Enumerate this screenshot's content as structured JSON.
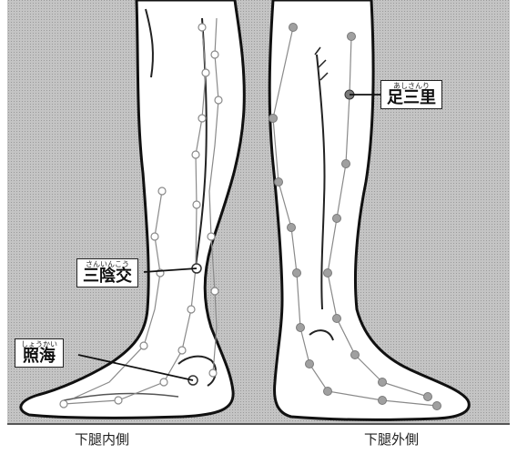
{
  "acupoints": {
    "ashisanri": {
      "reading": "あしさんり",
      "name": "足三里"
    },
    "sanninko": {
      "reading": "さんいんこう",
      "name": "三陰交"
    },
    "shokai": {
      "reading": "しょうかい",
      "name": "照海"
    }
  },
  "captions": {
    "inner": "下腿内側",
    "outer": "下腿外側"
  },
  "colors": {
    "background_gray": "#bdbdbd",
    "leg_fill": "#ffffff",
    "outline": "#111111",
    "meridian_dot": "#9a9a9a",
    "meridian_dot_inner": "#d8d8d8"
  }
}
